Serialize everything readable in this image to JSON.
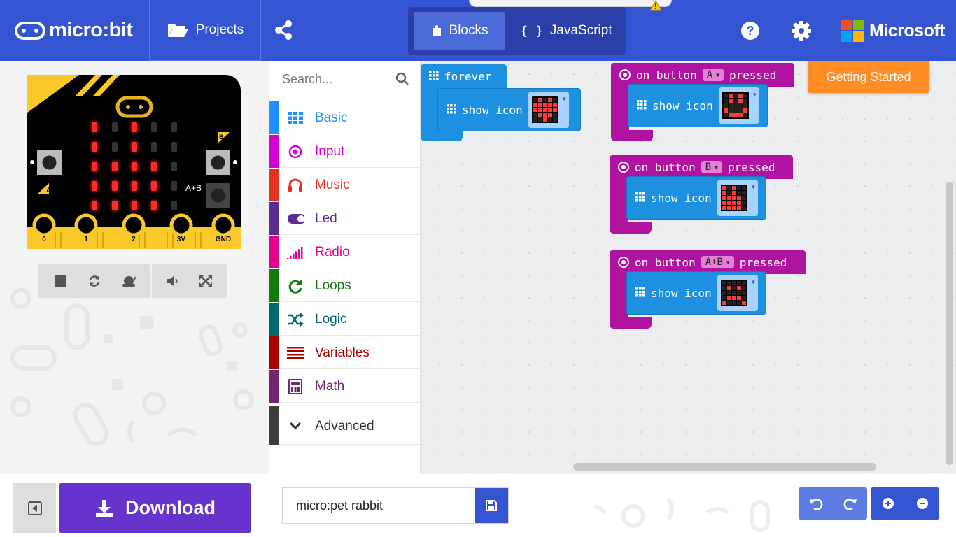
{
  "header": {
    "logo_text": "micro:bit",
    "projects_label": "Projects",
    "blocks_label": "Blocks",
    "javascript_label": "JavaScript",
    "microsoft_label": "Microsoft",
    "colors": {
      "header_bg": "#3454d1",
      "toggle_bg": "#2b3fa8",
      "toggle_active": "#4d6ad9"
    }
  },
  "simulator": {
    "pin_labels": [
      "0",
      "1",
      "2",
      "3V",
      "GND"
    ],
    "button_a_label": "A",
    "button_b_label": "B",
    "button_ab_label": "A+B",
    "led_matrix": [
      [
        1,
        0,
        1,
        0,
        0
      ],
      [
        1,
        0,
        1,
        0,
        0
      ],
      [
        1,
        1,
        1,
        1,
        0
      ],
      [
        1,
        1,
        1,
        1,
        0
      ],
      [
        1,
        1,
        1,
        1,
        0
      ]
    ],
    "controls": [
      "stop-icon",
      "restart-icon",
      "slow-mo-icon",
      "mute-icon",
      "fullscreen-icon"
    ]
  },
  "toolbox": {
    "search_placeholder": "Search...",
    "categories": [
      {
        "label": "Basic",
        "color": "#1e90ff",
        "icon": "grid-icon"
      },
      {
        "label": "Input",
        "color": "#d400d4",
        "icon": "radio-target-icon"
      },
      {
        "label": "Music",
        "color": "#e63022",
        "icon": "headphones-icon"
      },
      {
        "label": "Led",
        "color": "#5c2d91",
        "icon": "toggle-icon"
      },
      {
        "label": "Radio",
        "color": "#e3008c",
        "icon": "signal-bars-icon"
      },
      {
        "label": "Loops",
        "color": "#107c10",
        "icon": "refresh-icon"
      },
      {
        "label": "Logic",
        "color": "#006970",
        "icon": "shuffle-icon"
      },
      {
        "label": "Variables",
        "color": "#a80000",
        "icon": "lines-icon"
      },
      {
        "label": "Math",
        "color": "#712672",
        "icon": "calculator-icon"
      }
    ],
    "advanced_label": "Advanced",
    "advanced_color": "#3c3c3c"
  },
  "workspace": {
    "getting_started_label": "Getting Started",
    "forever_block": {
      "label": "forever",
      "inner_label": "show icon"
    },
    "button_blocks": [
      {
        "prefix": "on button",
        "button": "A",
        "suffix": "pressed",
        "inner_label": "show icon"
      },
      {
        "prefix": "on button",
        "button": "B",
        "suffix": "pressed",
        "inner_label": "show icon"
      },
      {
        "prefix": "on button",
        "button": "A+B",
        "suffix": "pressed",
        "inner_label": "show icon"
      }
    ],
    "colors": {
      "basic_blue": "#1e90e0",
      "input_purple": "#b0139f",
      "getting_started": "#ff8c25"
    }
  },
  "bottom": {
    "download_label": "Download",
    "project_name": "micro:pet rabbit",
    "colors": {
      "download_bg": "#6633cc"
    }
  }
}
